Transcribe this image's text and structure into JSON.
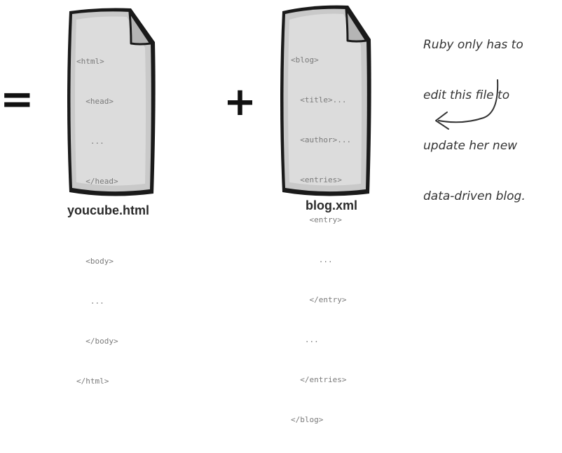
{
  "equation": {
    "equals": "=",
    "plus": "+"
  },
  "documents": [
    {
      "filename": "youcube.html",
      "code_lines": [
        "<html>",
        "  <head>",
        "   ...",
        "  </head>",
        "",
        "  <body>",
        "   ...",
        "  </body>",
        "</html>"
      ]
    },
    {
      "filename": "blog.xml",
      "code_lines": [
        "<blog>",
        "  <title>...",
        "  <author>...",
        "  <entries>",
        "    <entry>",
        "      ...",
        "    </entry>",
        "   ...",
        "  </entries>",
        "</blog>"
      ]
    }
  ],
  "annotation": {
    "lines": [
      "Ruby only has to",
      "edit this file to",
      "update her new",
      "data-driven blog."
    ]
  }
}
